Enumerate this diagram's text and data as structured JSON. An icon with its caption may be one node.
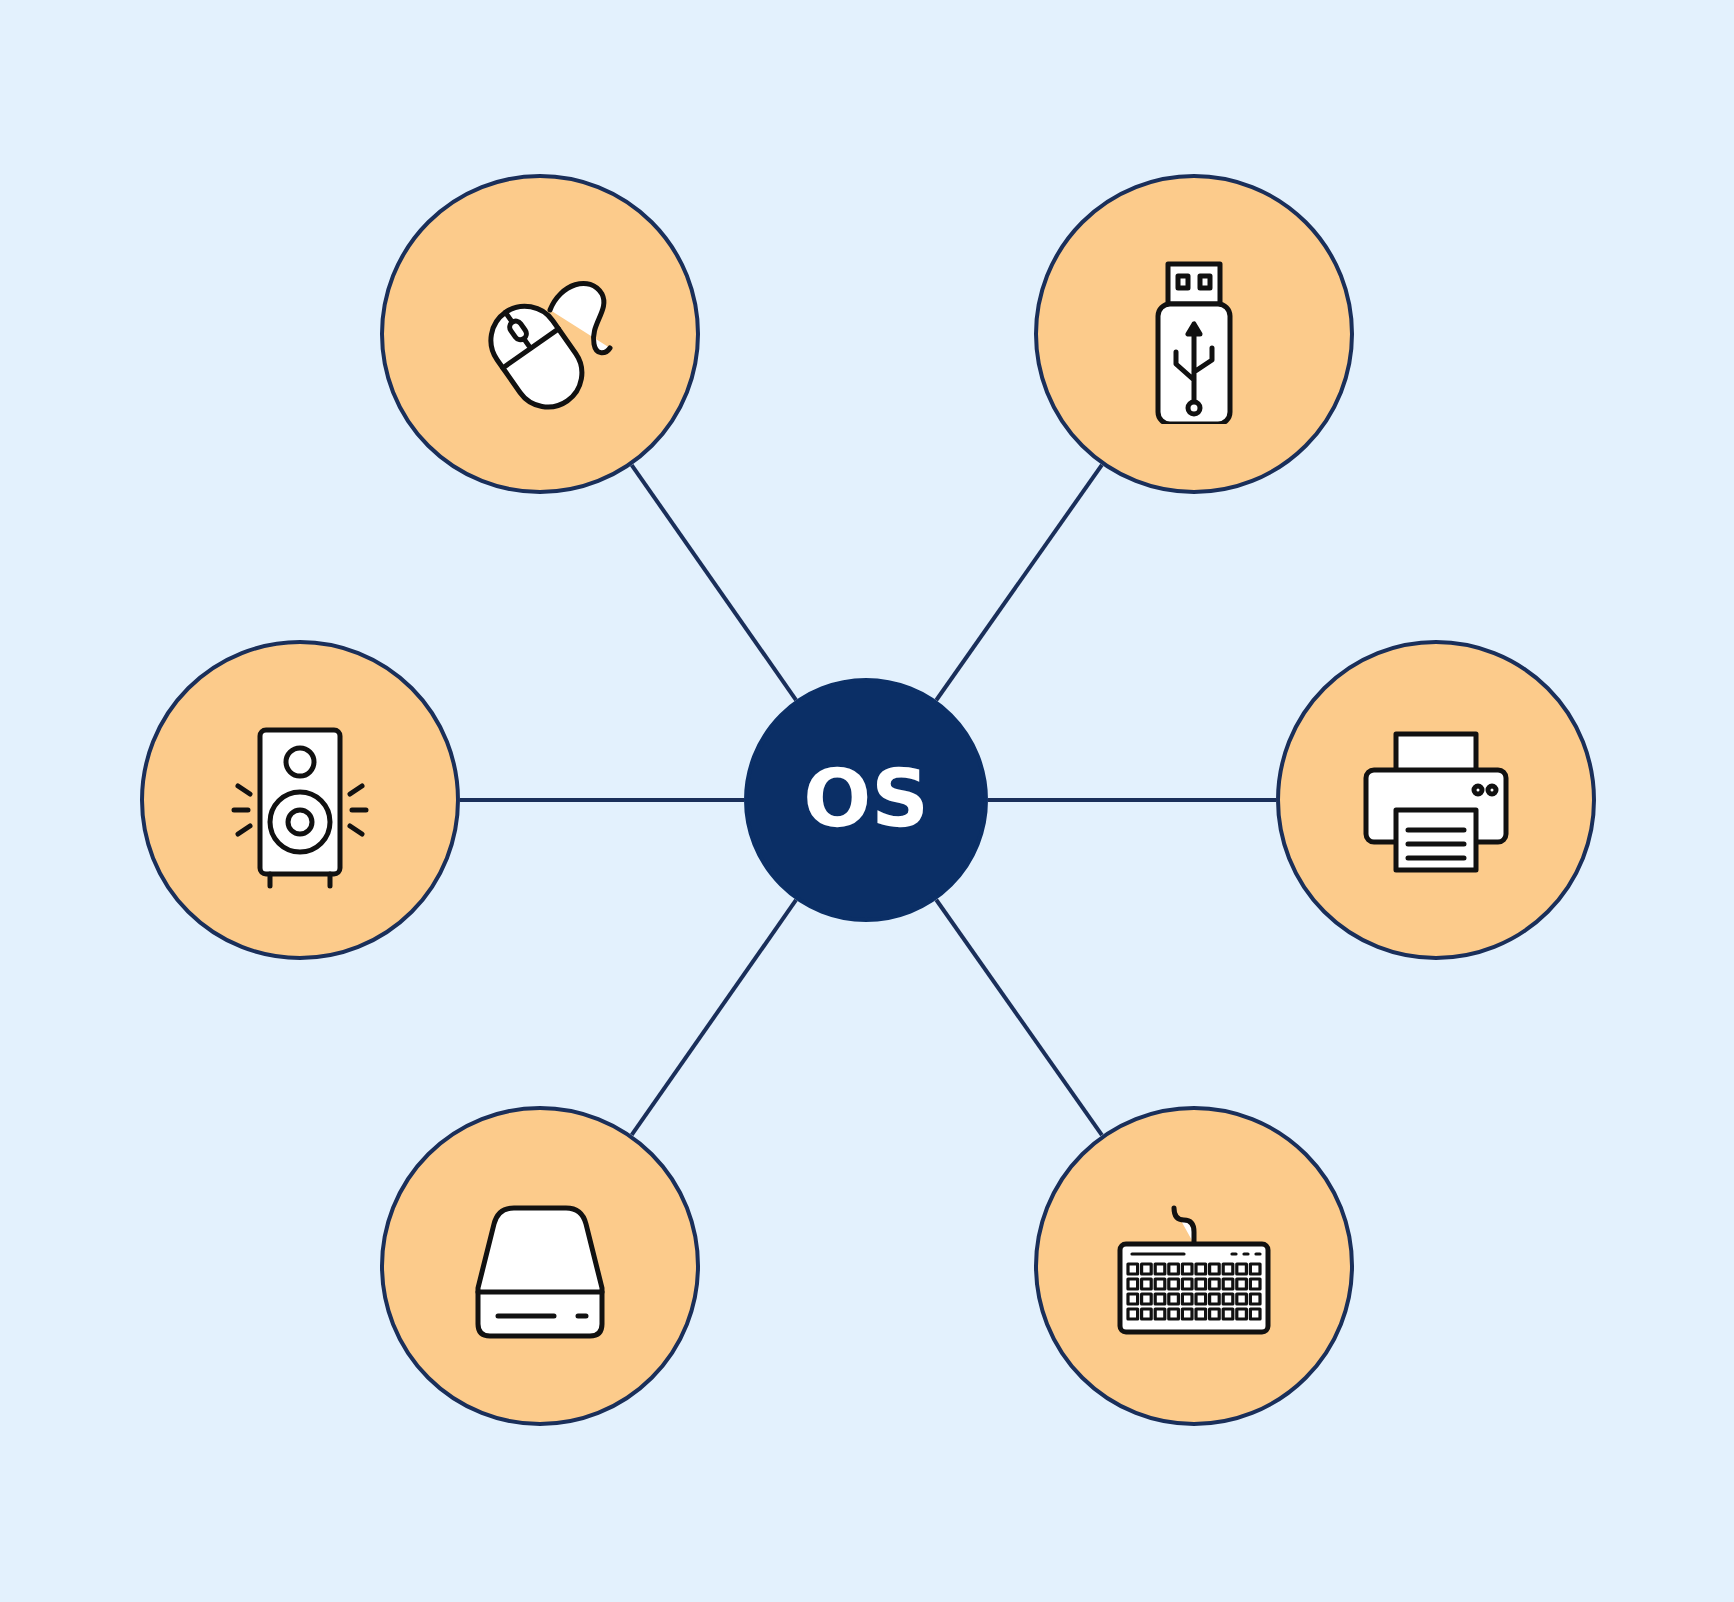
{
  "diagram": {
    "nodes": [
      {
        "text": [],
        "shape": "circle"
      },
      {
        "text": [],
        "shape": "circle"
      },
      {
        "text": [],
        "shape": "circle"
      },
      {
        "text": [
          "OS"
        ]
      },
      {
        "text": [],
        "shape": "circle"
      },
      {
        "text": [],
        "shape": "circle"
      },
      {
        "text": [],
        "shape": "circle"
      }
    ],
    "edges": [
      {
        "from": 3,
        "to": 0,
        "arrow": "none"
      },
      {
        "from": 3,
        "to": 1,
        "arrow": "none"
      },
      {
        "from": 3,
        "to": 2,
        "arrow": "none"
      },
      {
        "from": 3,
        "to": 4,
        "arrow": "none"
      },
      {
        "from": 3,
        "to": 5,
        "arrow": "none"
      },
      {
        "from": 3,
        "to": 6,
        "arrow": "none"
      }
    ]
  }
}
